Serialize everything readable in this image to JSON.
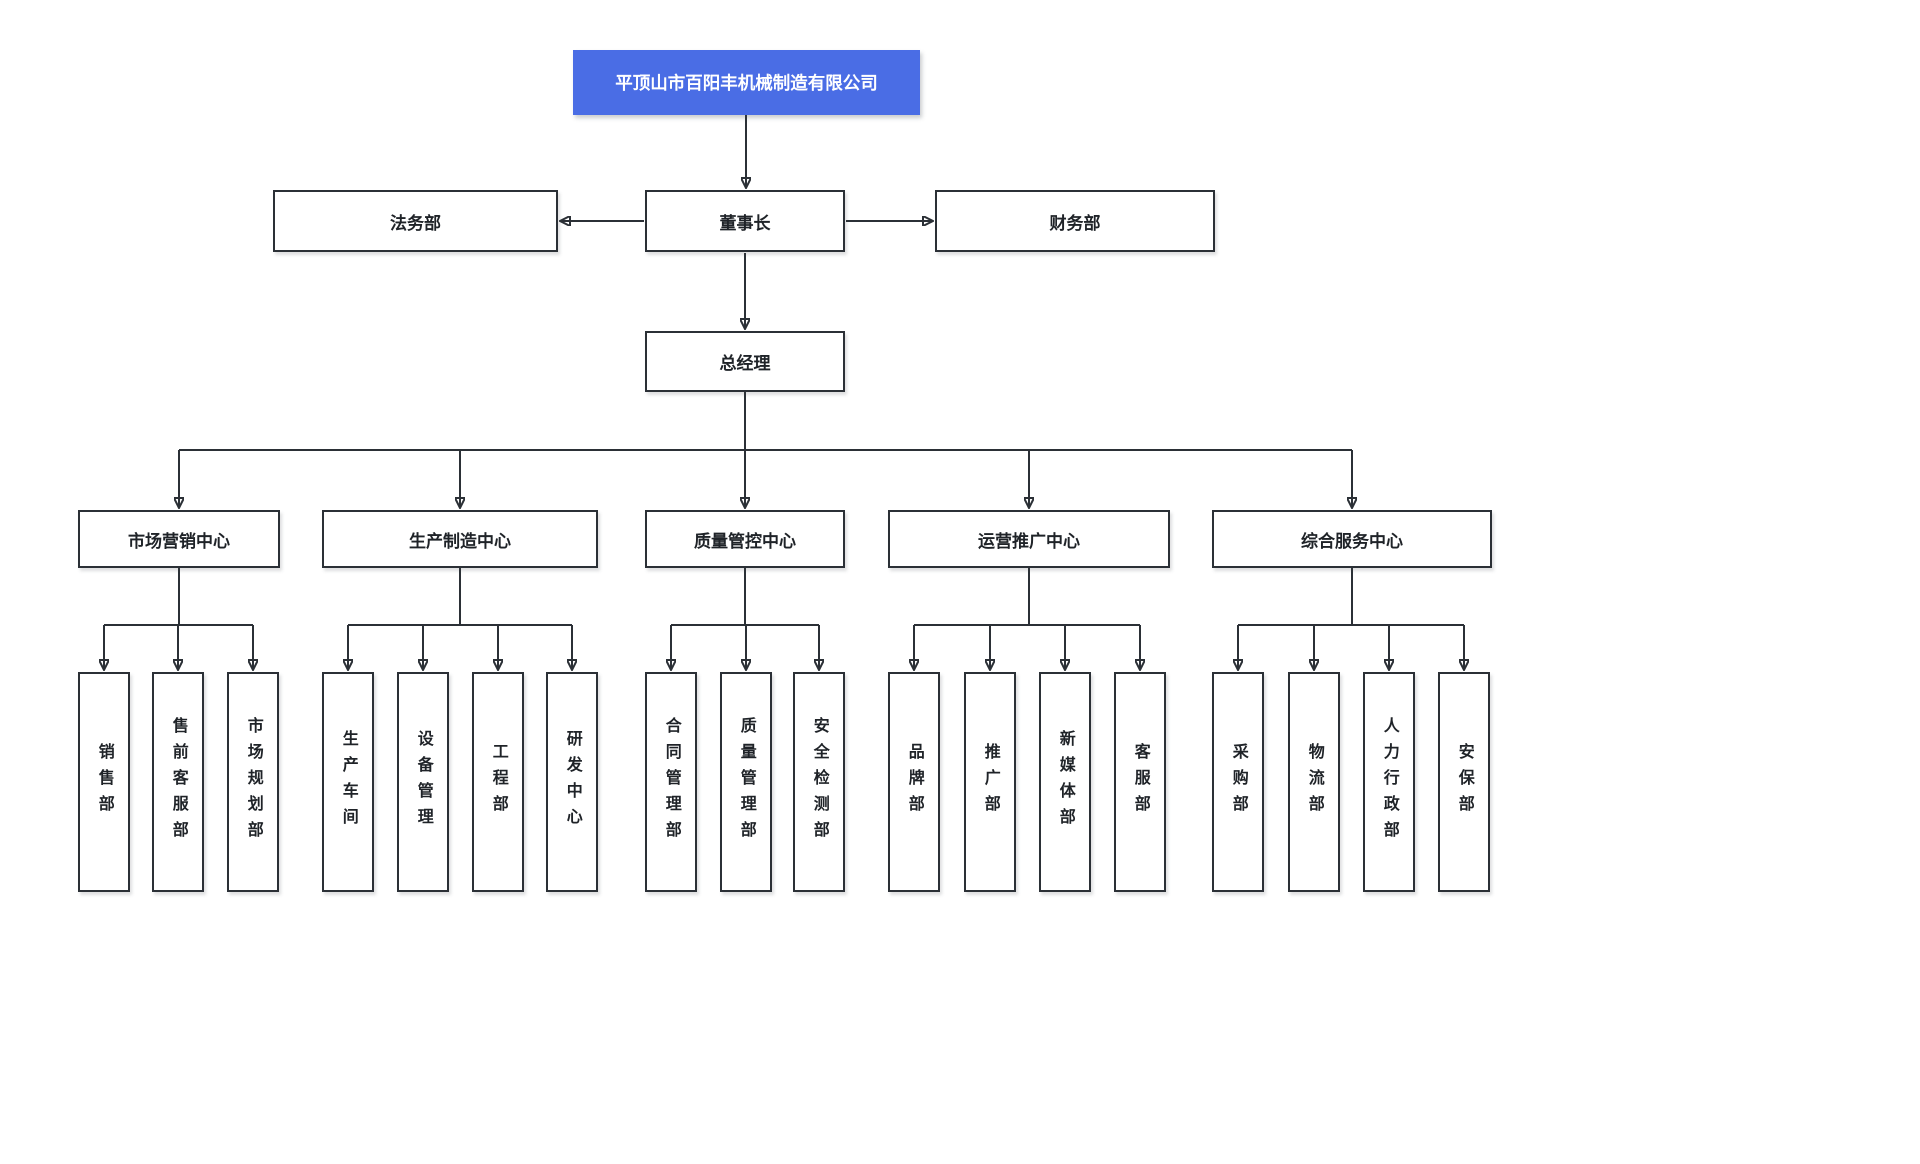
{
  "colors": {
    "root_bg": "#4A6DE5",
    "root_text": "#ffffff",
    "node_bg": "#ffffff",
    "node_border": "#2B3036",
    "node_text": "#1F2328",
    "connector": "#2B3036"
  },
  "org": {
    "root": {
      "label": "平顶山市百阳丰机械制造有限公司"
    },
    "level2": {
      "legal": {
        "label": "法务部"
      },
      "chairman": {
        "label": "董事长"
      },
      "finance": {
        "label": "财务部"
      }
    },
    "level3": {
      "gm": {
        "label": "总经理"
      }
    },
    "centers": [
      {
        "label": "市场营销中心",
        "children": [
          {
            "label": "销售部"
          },
          {
            "label": "售前客服部"
          },
          {
            "label": "市场规划部"
          }
        ]
      },
      {
        "label": "生产制造中心",
        "children": [
          {
            "label": "生产车间"
          },
          {
            "label": "设备管理"
          },
          {
            "label": "工程部"
          },
          {
            "label": "研发中心"
          }
        ]
      },
      {
        "label": "质量管控中心",
        "children": [
          {
            "label": "合同管理部"
          },
          {
            "label": "质量管理部"
          },
          {
            "label": "安全检测部"
          }
        ]
      },
      {
        "label": "运营推广中心",
        "children": [
          {
            "label": "品牌部"
          },
          {
            "label": "推广部"
          },
          {
            "label": "新媒体部"
          },
          {
            "label": "客服部"
          }
        ]
      },
      {
        "label": "综合服务中心",
        "children": [
          {
            "label": "采购部"
          },
          {
            "label": "物流部"
          },
          {
            "label": "人力行政部"
          },
          {
            "label": "安保部"
          }
        ]
      }
    ]
  }
}
